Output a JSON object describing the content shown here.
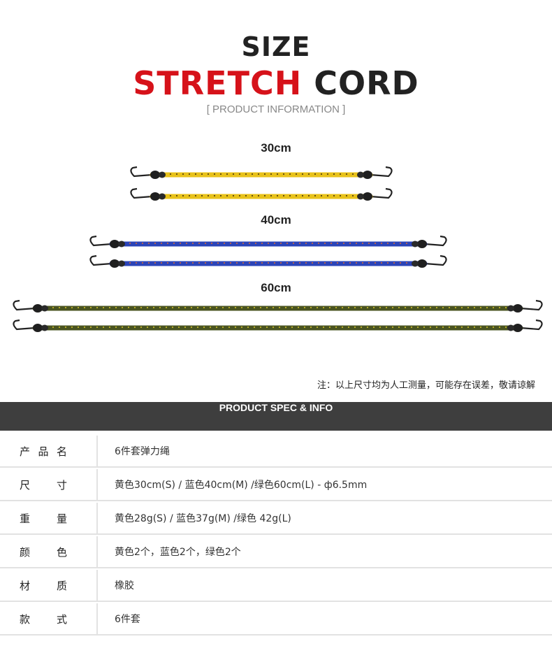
{
  "header": {
    "size": "SIZE",
    "title_red": "STRETCH",
    "title_dark": "CORD",
    "subtitle": "[ PRODUCT INFORMATION ]"
  },
  "sizes": [
    {
      "label": "30cm",
      "color": "#e8c21a",
      "dot": "#3a2a10"
    },
    {
      "label": "40cm",
      "color": "#2b44b8",
      "dot": "#e06a2a"
    },
    {
      "label": "60cm",
      "color": "#4a5420",
      "dot": "#d7c62a"
    }
  ],
  "note": "注：以上尺寸均为人工测量，可能存在误差，敬请谅解",
  "spec": {
    "title": "PRODUCT SPEC & INFO",
    "rows": [
      {
        "key": [
          "产",
          "品",
          "名"
        ],
        "value": "6件套弹力绳"
      },
      {
        "key": [
          "尺",
          "寸"
        ],
        "value": "黄色30cm(S) / 蓝色40cm(M) /绿色60cm(L) - ф6.5mm"
      },
      {
        "key": [
          "重",
          "量"
        ],
        "value": "黄色28g(S) / 蓝色37g(M) /绿色 42g(L)"
      },
      {
        "key": [
          "颜",
          "色"
        ],
        "value": "黄色2个，蓝色2个，绿色2个"
      },
      {
        "key": [
          "材",
          "质"
        ],
        "value": "橡胶"
      },
      {
        "key": [
          "款",
          "式"
        ],
        "value": "6件套"
      }
    ]
  }
}
